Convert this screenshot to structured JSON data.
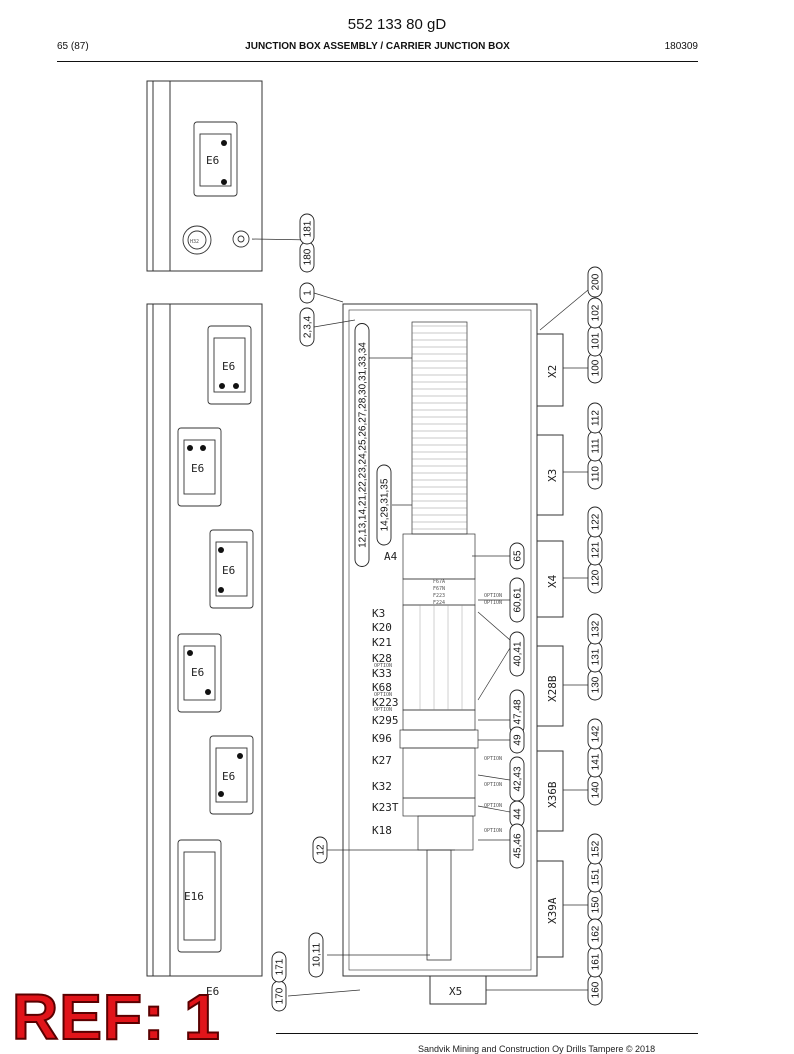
{
  "header": {
    "part_code": "552 133 80 gD",
    "page": "65 (87)",
    "title": "JUNCTION BOX ASSEMBLY / CARRIER JUNCTION BOX",
    "date": "180309"
  },
  "footer": {
    "copyright": "Sandvik Mining and Construction Oy Drills Tampere © 2018"
  },
  "stamp": {
    "text": "REF: 1"
  },
  "drawing": {
    "side_labels": {
      "e6": "E6",
      "e16": "E16",
      "h32": "H32",
      "e6_bottom": "E6"
    },
    "relays": {
      "k3": "K3",
      "k20": "K20",
      "k21": "K21",
      "k28": "K28",
      "k33": "K33",
      "k68": "K68",
      "k223": "K223",
      "k295": "K295",
      "k96": "K96",
      "k27": "K27",
      "k32": "K32",
      "k23t": "K23T",
      "k18": "K18"
    },
    "option": "OPTION",
    "a4": "A4",
    "fuses": {
      "f67a": "F67A",
      "f67n": "F67N",
      "f223": "F223",
      "f224": "F224"
    },
    "connectors": {
      "x2": "X2",
      "x3": "X3",
      "x4": "X4",
      "x28b": "X28B",
      "x36b": "X36B",
      "x39a": "X39A",
      "x5": "X5"
    },
    "callouts": {
      "c1": "1",
      "c234": "2,3,4",
      "c180": "180",
      "c181": "181",
      "c_terminals": "12,13,14,21,22,23,24,25,26,27,28,30,31,33,34",
      "c_terminals2": "14,29,31,35",
      "c65": "65",
      "c6061": "60,61",
      "c4041": "40,41",
      "c4748": "47,48",
      "c49": "49",
      "c4243": "42,43",
      "c44": "44",
      "c4546": "45,46",
      "c12": "12",
      "c1011": "10,11",
      "c170": "170",
      "c171": "171",
      "c200": "200",
      "c100": "100",
      "c101": "101",
      "c102": "102",
      "c110": "110",
      "c111": "111",
      "c112": "112",
      "c120": "120",
      "c121": "121",
      "c122": "122",
      "c130": "130",
      "c131": "131",
      "c132": "132",
      "c140": "140",
      "c141": "141",
      "c142": "142",
      "c150": "150",
      "c151": "151",
      "c152": "152",
      "c160": "160",
      "c161": "161",
      "c162": "162"
    }
  }
}
